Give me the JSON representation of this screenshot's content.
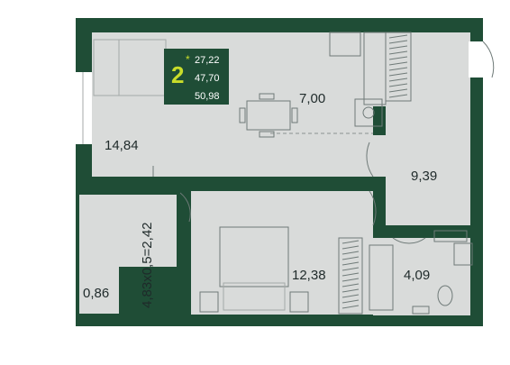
{
  "plan": {
    "colors": {
      "wall": "#1f4d36",
      "floor": "#d9dbda",
      "accent": "#c9dd2a",
      "badge_bg": "#1f4d36",
      "text": "#1f2a2a"
    },
    "badge": {
      "rooms": "2",
      "star": "*",
      "area_living": "27,22",
      "area_total": "47,70",
      "area_total_with_balcony": "50,98"
    },
    "rooms": {
      "living_room": "14,84",
      "kitchen": "7,00",
      "hallway": "9,39",
      "bedroom": "12,38",
      "bathroom": "4,09",
      "balcony": "4,83x0,5=2,42",
      "closet": "0,86"
    }
  }
}
